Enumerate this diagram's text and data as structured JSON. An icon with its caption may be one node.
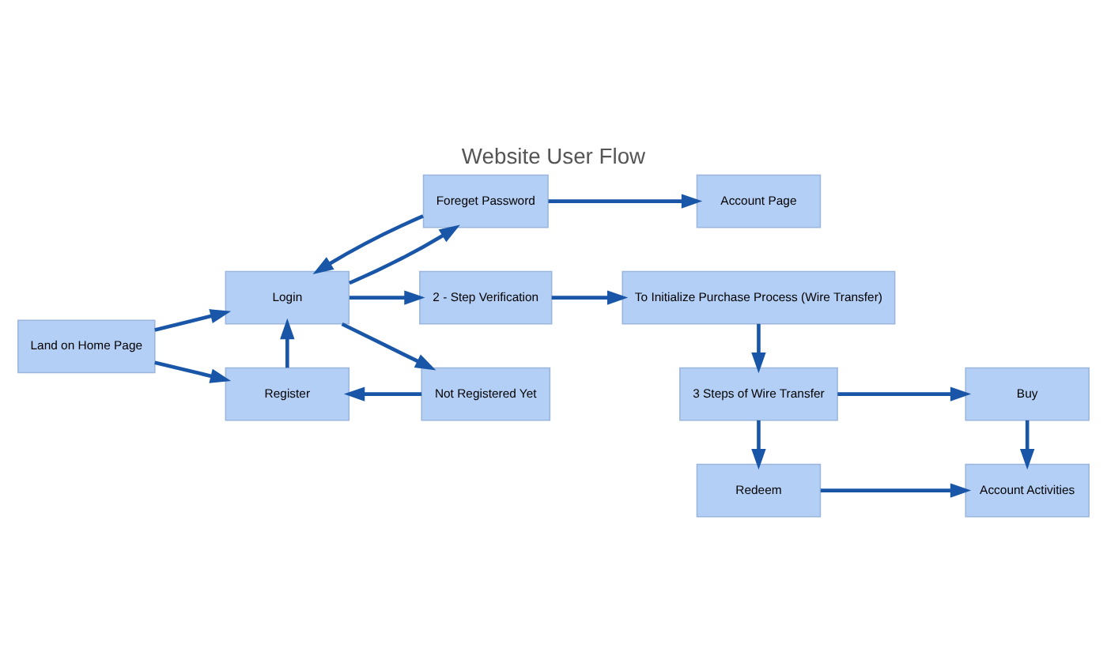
{
  "diagram": {
    "title": "Website User Flow",
    "nodes": [
      {
        "text": [
          "Land on Home Page"
        ]
      },
      {
        "text": [
          "Login"
        ]
      },
      {
        "text": [
          "Register"
        ]
      },
      {
        "text": [
          "Foreget Password"
        ]
      },
      {
        "text": [
          "2 - Step Verification"
        ]
      },
      {
        "text": [
          "Not Registered Yet"
        ]
      },
      {
        "text": [
          "Account Page"
        ]
      },
      {
        "text": [
          "To Initialize Purchase Process (Wire Transfer)"
        ]
      },
      {
        "text": [
          "3 Steps of Wire Transfer"
        ]
      },
      {
        "text": [
          "Buy"
        ]
      },
      {
        "text": [
          "Redeem"
        ]
      },
      {
        "text": [
          "Account Activities"
        ]
      }
    ],
    "edges": [
      {
        "from": 0,
        "to": 1,
        "arrow": "to"
      },
      {
        "from": 0,
        "to": 2,
        "arrow": "to"
      },
      {
        "from": 3,
        "to": 1,
        "arrow": "to"
      },
      {
        "from": 1,
        "to": 3,
        "arrow": "to"
      },
      {
        "from": 1,
        "to": 4,
        "arrow": "to"
      },
      {
        "from": 1,
        "to": 5,
        "arrow": "to"
      },
      {
        "from": 2,
        "to": 1,
        "arrow": "to"
      },
      {
        "from": 5,
        "to": 2,
        "arrow": "to"
      },
      {
        "from": 3,
        "to": 6,
        "arrow": "to"
      },
      {
        "from": 4,
        "to": 7,
        "arrow": "to"
      },
      {
        "from": 7,
        "to": 8,
        "arrow": "to"
      },
      {
        "from": 8,
        "to": 9,
        "arrow": "to"
      },
      {
        "from": 8,
        "to": 10,
        "arrow": "to"
      },
      {
        "from": 9,
        "to": 11,
        "arrow": "to"
      },
      {
        "from": 10,
        "to": 11,
        "arrow": "to"
      }
    ]
  }
}
